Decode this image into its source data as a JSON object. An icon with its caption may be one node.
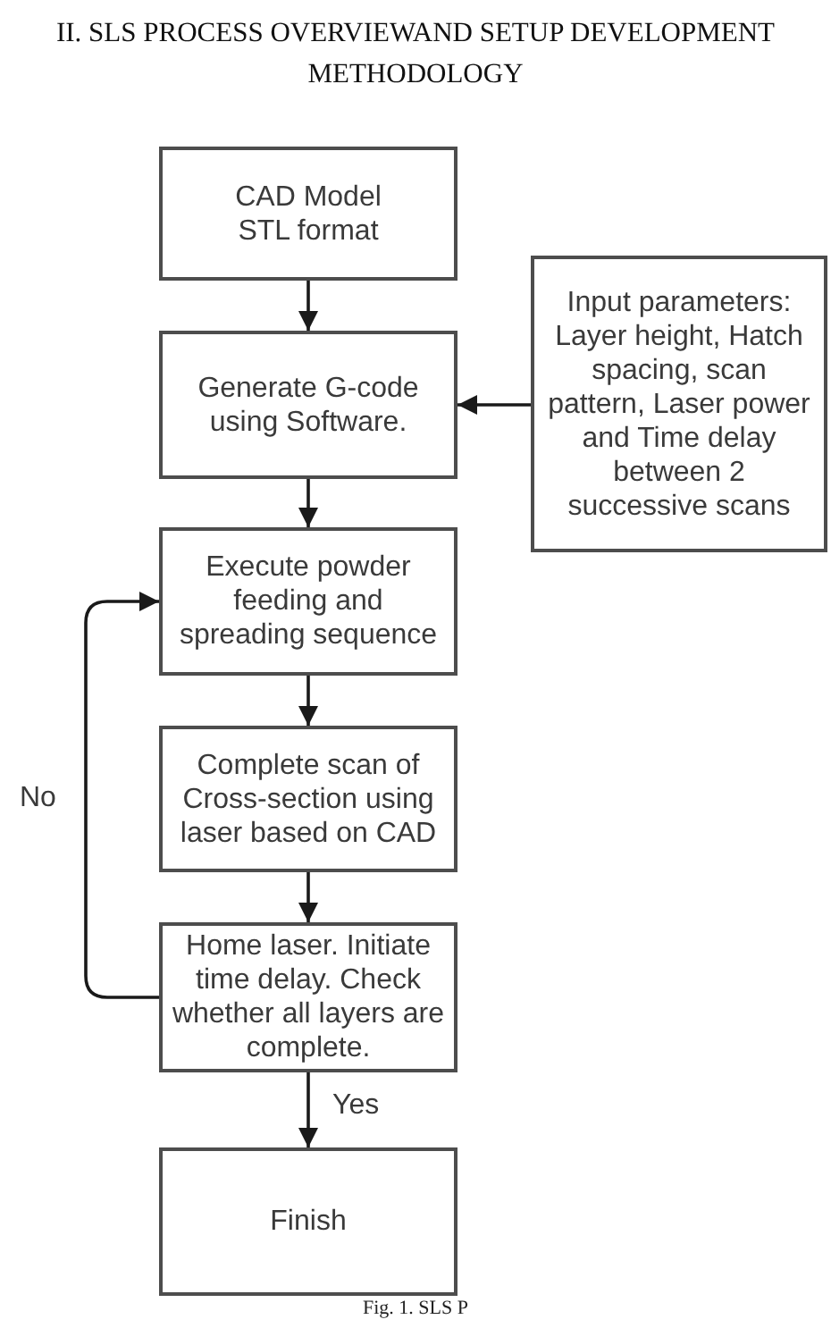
{
  "diagram": {
    "title": "II. SLS PROCESS OVERVIEWAND SETUP DEVELOPMENT METHODOLOGY",
    "caption": "Fig. 1. SLS P",
    "nodes": [
      {
        "text": [
          "CAD Model STL format"
        ]
      },
      {
        "text": [
          "Input parameters: Layer height, Hatch spacing, scan pattern, Laser power and Time delay between 2 successive scans"
        ]
      },
      {
        "text": [
          "Generate G-code using Software."
        ]
      },
      {
        "text": [
          "Execute powder feeding and spreading sequence"
        ]
      },
      {
        "text": [
          "Complete scan of Cross-section using laser based on CAD"
        ]
      },
      {
        "text": [
          "Home laser. Initiate time delay. Check whether all layers are complete."
        ]
      },
      {
        "text": [
          "Finish"
        ]
      }
    ],
    "edges": [
      {
        "from": 0,
        "to": 2,
        "arrow": "to"
      },
      {
        "from": 1,
        "to": 2,
        "arrow": "to"
      },
      {
        "from": 2,
        "to": 3,
        "arrow": "to"
      },
      {
        "from": 3,
        "to": 4,
        "arrow": "to"
      },
      {
        "from": 4,
        "to": 5,
        "arrow": "to"
      },
      {
        "from": 5,
        "to": 6,
        "arrow": "to",
        "label": "Yes"
      },
      {
        "from": 5,
        "to": 3,
        "arrow": "to",
        "label": "No"
      }
    ]
  }
}
